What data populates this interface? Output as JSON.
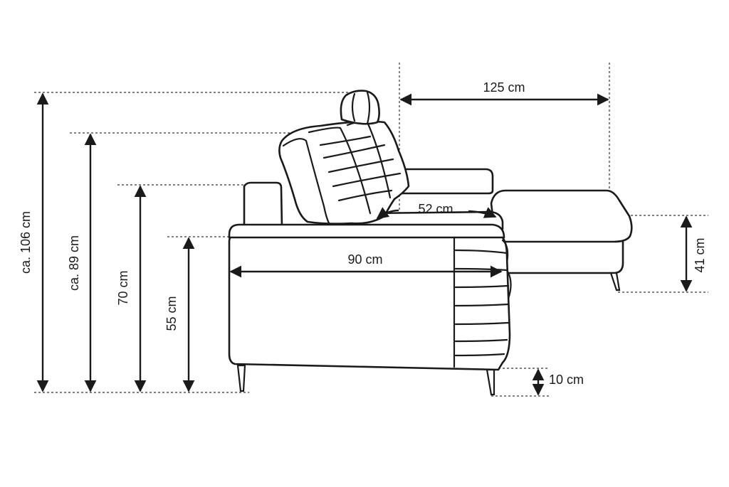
{
  "diagram": {
    "dimensions": {
      "height_total": "ca. 106 cm",
      "height_back": "ca. 89 cm",
      "height_armrest": "70 cm",
      "height_seat": "55 cm",
      "width_chaise": "125 cm",
      "depth_seat": "52 cm",
      "depth_total": "90 cm",
      "height_chaise": "41 cm",
      "height_legs": "10 cm"
    },
    "line_color": "#1a1a1a"
  }
}
